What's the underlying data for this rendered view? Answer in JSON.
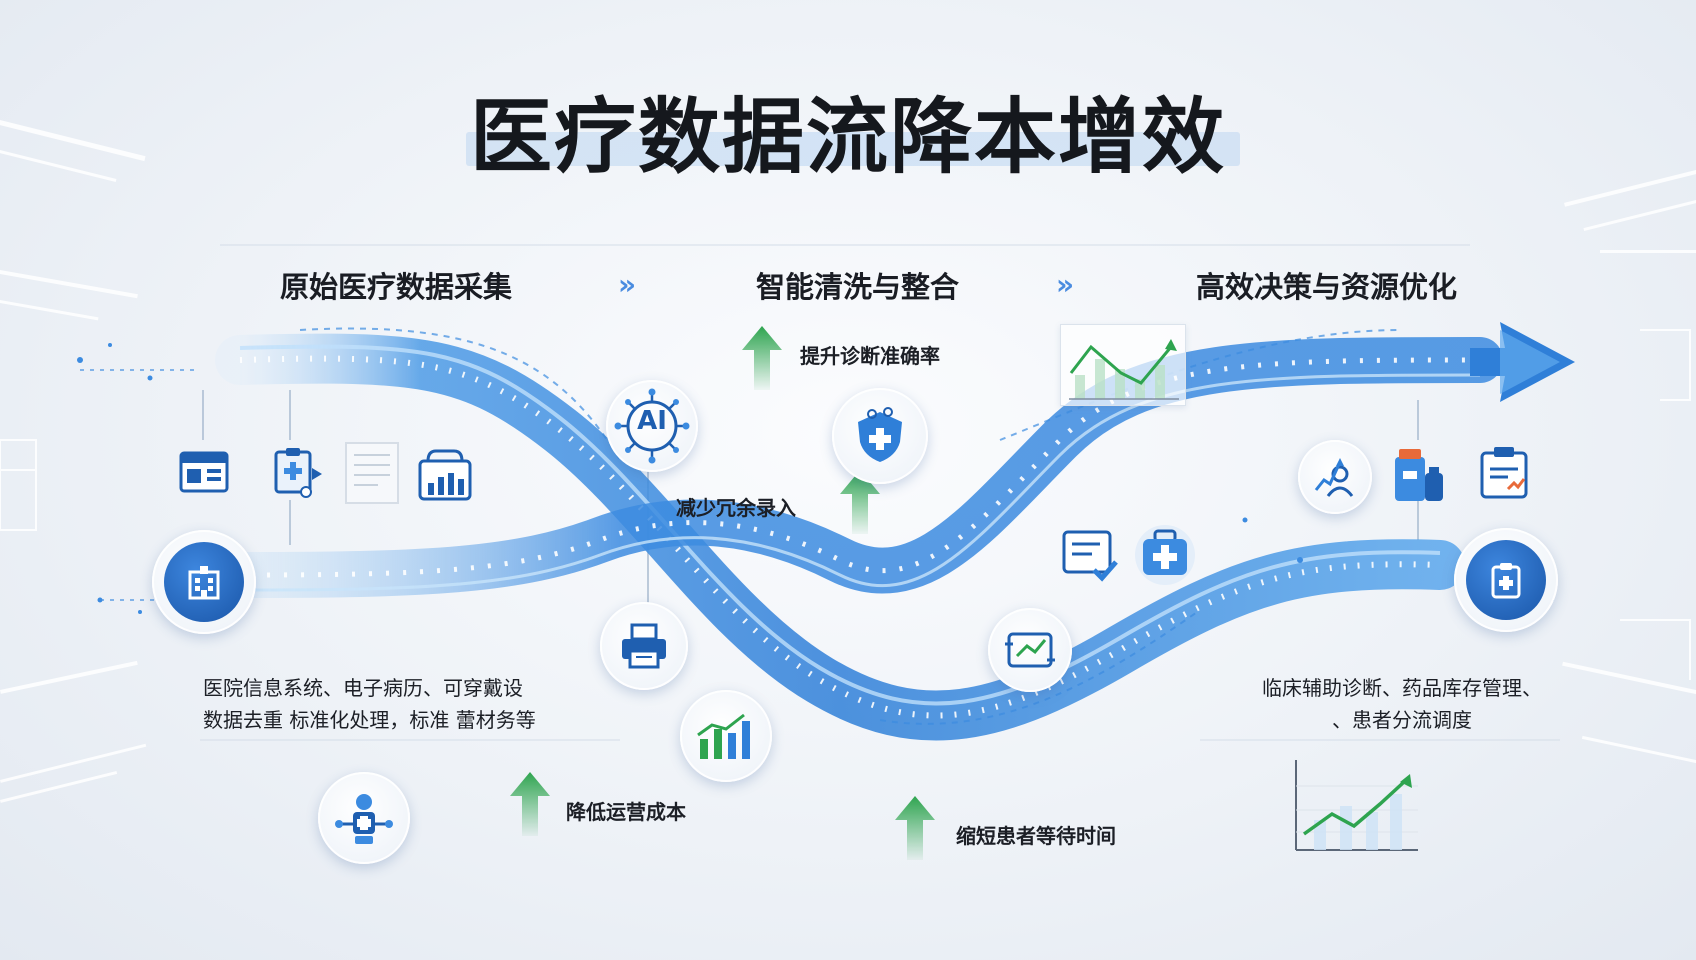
{
  "title": "医疗数据流降本增效",
  "stages": [
    {
      "label": "原始医疗数据采集"
    },
    {
      "label": "智能清洗与整合"
    },
    {
      "label": "高效决策与资源优化"
    }
  ],
  "stage_arrow": "»",
  "benefits": [
    {
      "label": "提升诊断准确率"
    },
    {
      "label": "减少冗余录入"
    },
    {
      "label": "降低运营成本"
    },
    {
      "label": "缩短患者等待时间"
    }
  ],
  "descriptions": {
    "left": {
      "line1": "医院信息系统、电子病历、可穿戴设",
      "line2": "数据去重 标准化处理，标准 蕾材务等"
    },
    "right": {
      "line1": "临床辅助诊断、药品库存管理、",
      "line2": "、患者分流调度"
    }
  },
  "ai_badge": "AI",
  "colors": {
    "flow_blue": "#2f7fd8",
    "flow_light": "#9fd0f5",
    "node_blue": "#1f66c1",
    "arrow_green": "#2ea44f",
    "icon_blue": "#1f5fb0"
  }
}
